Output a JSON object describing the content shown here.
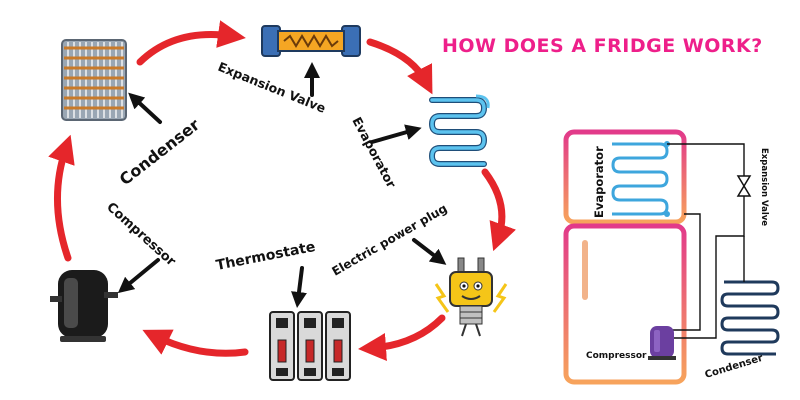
{
  "title": "HOW DOES A FRIDGE WORK?",
  "cycle_labels": {
    "condenser": "Condenser",
    "expansion_valve": "Expansion Valve",
    "evaporator": "Evaporator",
    "compressor": "Compressor",
    "thermostate": "Thermostate",
    "electric_power_plug": "Electric power plug"
  },
  "fridge_labels": {
    "evaporator": "Evaporator",
    "expansion_valve": "Expansion Valve",
    "compressor": "Compressor",
    "condenser": "Condenser"
  },
  "colors": {
    "title": "#ee1f8a",
    "cycle_arrow": "#e5262b",
    "pointer_arrow": "#111111",
    "evaporator_coil": "#3ea6dd",
    "condenser_coil": "#1f3a5c",
    "fridge_outline_top": "#e23a8a",
    "fridge_outline_bottom": "#f7a35c",
    "compressor_body": "#6b3fa0"
  },
  "icons": [
    "condenser-coil-icon",
    "expansion-valve-icon",
    "evaporator-coil-icon",
    "compressor-icon",
    "circuit-breaker-icon",
    "power-plug-mascot-icon"
  ]
}
